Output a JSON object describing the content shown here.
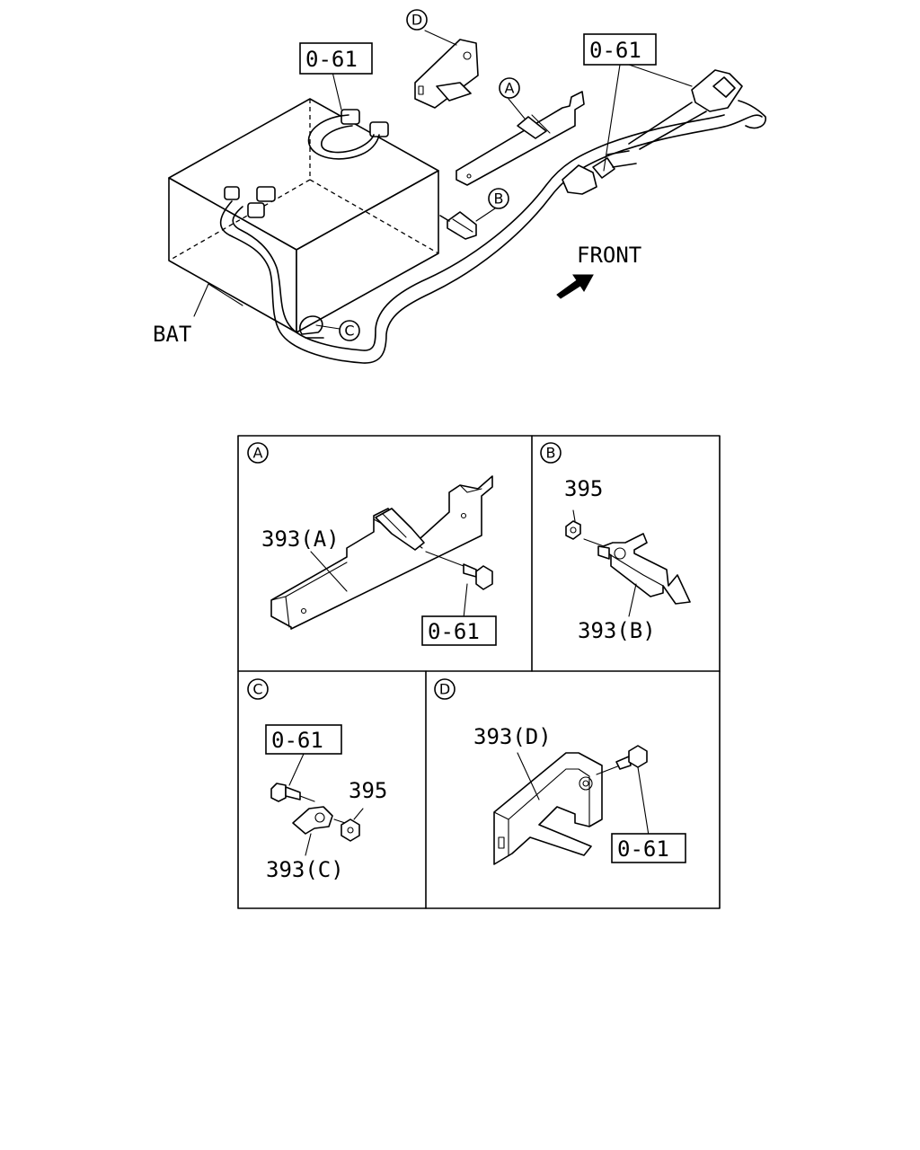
{
  "diagram": {
    "labels": {
      "bat": "BAT",
      "front": "FRONT",
      "ref_top_left": "0-61",
      "ref_top_right": "0-61",
      "callout_a": "A",
      "callout_b": "B",
      "callout_c": "C",
      "callout_d": "D"
    },
    "panels": {
      "a": {
        "letter": "A",
        "part": "393(A)",
        "ref": "0-61"
      },
      "b": {
        "letter": "B",
        "nut": "395",
        "part": "393(B)"
      },
      "c": {
        "letter": "C",
        "ref": "0-61",
        "nut": "395",
        "part": "393(C)"
      },
      "d": {
        "letter": "D",
        "part": "393(D)",
        "ref": "0-61"
      }
    }
  }
}
